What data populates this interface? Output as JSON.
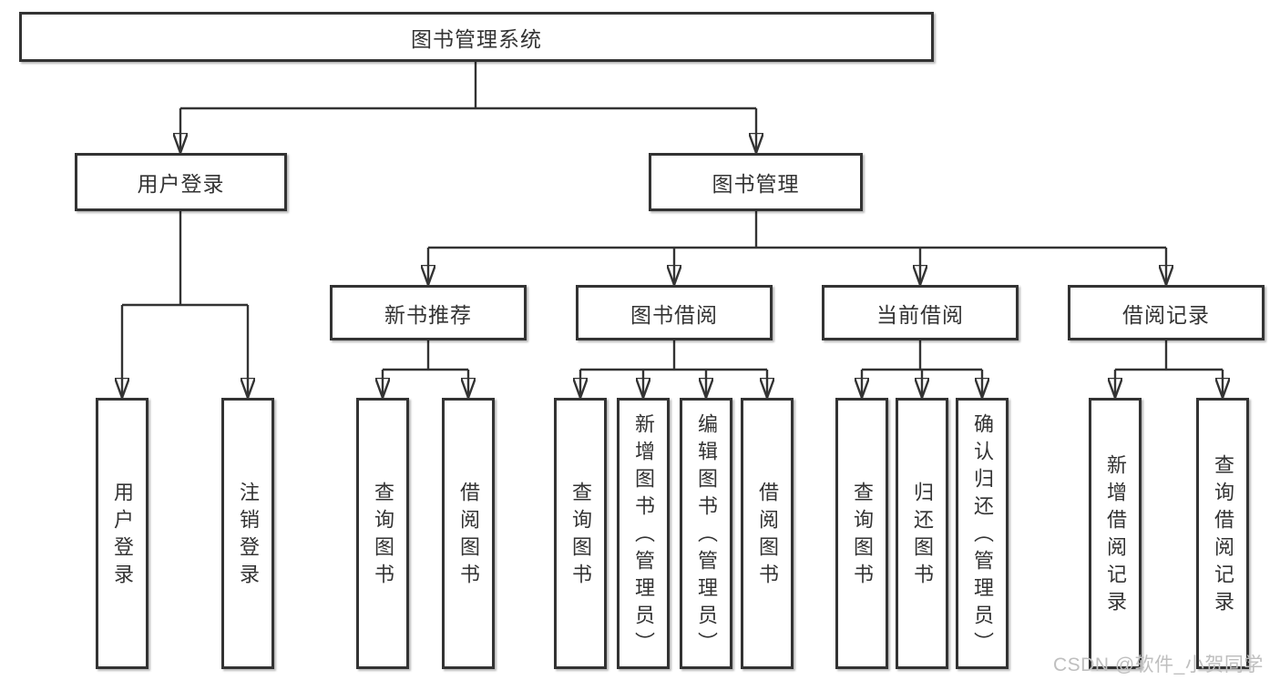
{
  "palette": {
    "line_color": "#333333",
    "text_color": "#333333",
    "box_background": "#ffffff",
    "watermark_color": "#bfbfbf"
  },
  "tree": {
    "root": {
      "label": "图书管理系统"
    },
    "branches": [
      {
        "label": "用户登录",
        "children": [
          {
            "label": "用户登录"
          },
          {
            "label": "注销登录"
          }
        ]
      },
      {
        "label": "图书管理",
        "children": [
          {
            "label": "新书推荐",
            "children": [
              {
                "label": "查询图书"
              },
              {
                "label": "借阅图书"
              }
            ]
          },
          {
            "label": "图书借阅",
            "children": [
              {
                "label": "查询图书"
              },
              {
                "label": "新增图书（管理员）"
              },
              {
                "label": "编辑图书（管理员）"
              },
              {
                "label": "借阅图书"
              }
            ]
          },
          {
            "label": "当前借阅",
            "children": [
              {
                "label": "查询图书"
              },
              {
                "label": "归还图书"
              },
              {
                "label": "确认归还（管理员）"
              }
            ]
          },
          {
            "label": "借阅记录",
            "children": [
              {
                "label": "新增借阅记录"
              },
              {
                "label": "查询借阅记录"
              }
            ]
          }
        ]
      }
    ]
  },
  "watermark": "CSDN @软件_小贺同学"
}
